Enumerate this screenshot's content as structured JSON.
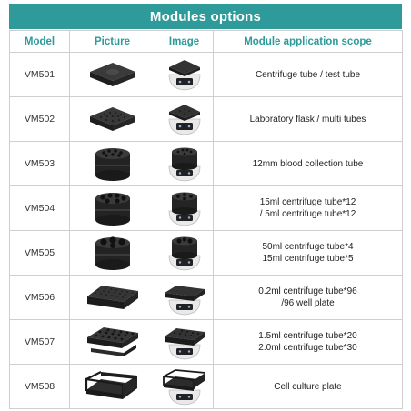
{
  "header": {
    "title": "Modules options"
  },
  "columns": [
    "Model",
    "Picture",
    "Image",
    "Module application scope"
  ],
  "rows": [
    {
      "model": "VM501",
      "picture_icon": "flat-pad-module-icon",
      "image_icon": "vortex-mixer-flat-pad-icon",
      "scope": [
        "Centrifuge tube / test tube"
      ]
    },
    {
      "model": "VM502",
      "picture_icon": "dotted-pad-module-icon",
      "image_icon": "vortex-mixer-dotted-pad-icon",
      "scope": [
        "Laboratory flask / multi tubes"
      ]
    },
    {
      "model": "VM503",
      "picture_icon": "round-rack-small-holes-icon",
      "image_icon": "vortex-mixer-round-rack-icon",
      "scope": [
        "12mm blood collection tube"
      ]
    },
    {
      "model": "VM504",
      "picture_icon": "round-rack-mixed-holes-icon",
      "image_icon": "vortex-mixer-round-rack-icon",
      "scope": [
        "15ml centrifuge tube*12",
        "/ 5ml centrifuge tube*12"
      ]
    },
    {
      "model": "VM505",
      "picture_icon": "round-rack-large-holes-icon",
      "image_icon": "vortex-mixer-round-rack-icon",
      "scope": [
        "50ml centrifuge tube*4",
        "15ml centrifuge tube*5"
      ]
    },
    {
      "model": "VM506",
      "picture_icon": "pcr-plate-block-icon",
      "image_icon": "vortex-mixer-plate-block-icon",
      "scope": [
        "0.2ml centrifuge tube*96",
        "/96 well plate"
      ]
    },
    {
      "model": "VM507",
      "picture_icon": "microtube-block-icon",
      "image_icon": "vortex-mixer-microtube-block-icon",
      "scope": [
        "1.5ml centrifuge tube*20",
        "2.0ml centrifuge tube*30"
      ]
    },
    {
      "model": "VM508",
      "picture_icon": "plate-holder-frame-icon",
      "image_icon": "vortex-mixer-plate-holder-icon",
      "scope": [
        "Cell culture plate"
      ]
    }
  ],
  "colors": {
    "accent": "#2e9a9a",
    "border": "#cfcfcf",
    "module": "#2b2b2b"
  }
}
